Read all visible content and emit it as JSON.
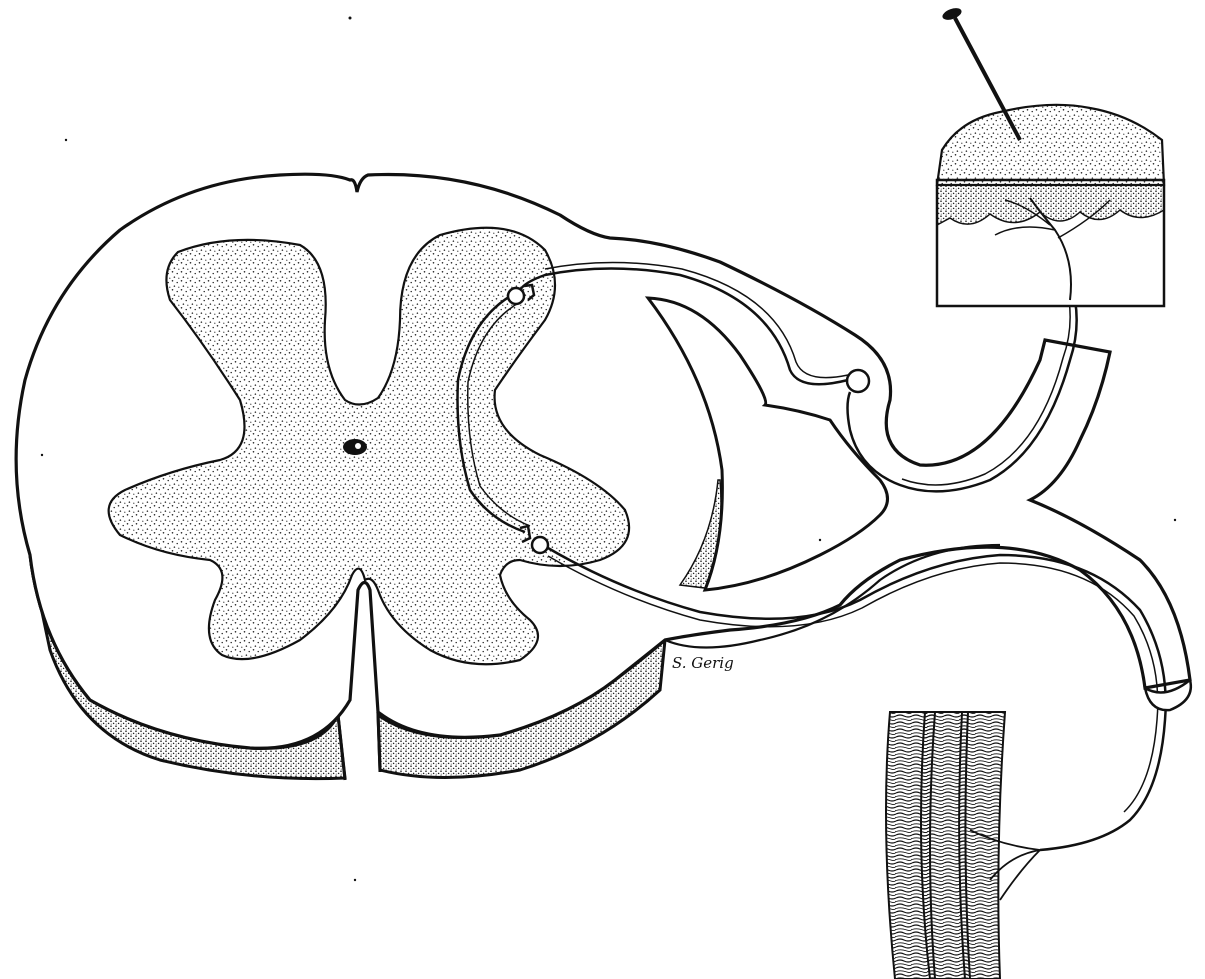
{
  "figure": {
    "signature": "S. Gerig",
    "ink_color": "#111111",
    "paper_color": "#ffffff",
    "stipple_color": "#222222",
    "parts": [
      "spinal-cord-cross-section",
      "gray-matter",
      "central-canal",
      "dorsal-root",
      "dorsal-root-ganglion",
      "ventral-root",
      "spinal-nerve",
      "skin-block",
      "pin",
      "muscle-fibers"
    ]
  }
}
